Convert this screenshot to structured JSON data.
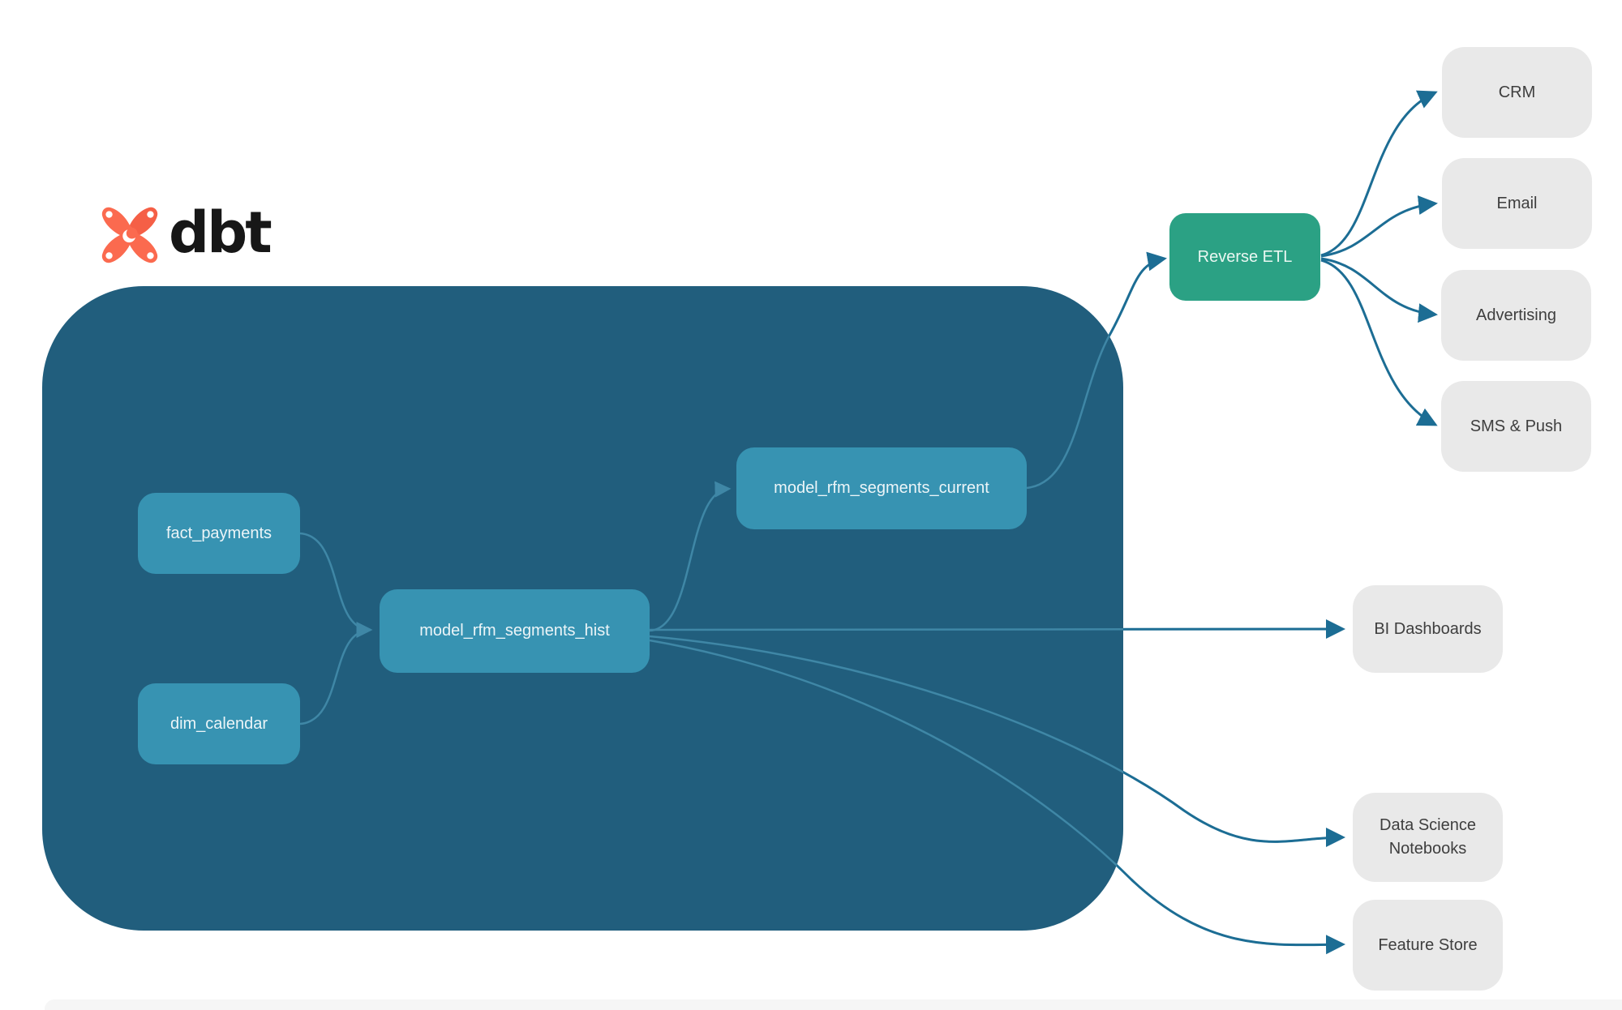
{
  "logo": {
    "text": "dbt"
  },
  "nodes": {
    "fact_payments": {
      "label": "fact_payments"
    },
    "dim_calendar": {
      "label": "dim_calendar"
    },
    "rfm_hist": {
      "label": "model_rfm_segments_hist"
    },
    "rfm_current": {
      "label": "model_rfm_segments_current"
    },
    "reverse_etl": {
      "label": "Reverse ETL"
    },
    "crm": {
      "label": "CRM"
    },
    "email": {
      "label": "Email"
    },
    "advertising": {
      "label": "Advertising"
    },
    "sms_push": {
      "label": "SMS & Push"
    },
    "bi_dashboards": {
      "label": "BI Dashboards"
    },
    "ds_notebooks": {
      "label": "Data Science Notebooks"
    },
    "feature_store": {
      "label": "Feature Store"
    }
  },
  "edges": [
    {
      "from": "fact_payments",
      "to": "rfm_hist"
    },
    {
      "from": "dim_calendar",
      "to": "rfm_hist"
    },
    {
      "from": "rfm_hist",
      "to": "rfm_current"
    },
    {
      "from": "rfm_current",
      "to": "reverse_etl"
    },
    {
      "from": "reverse_etl",
      "to": "crm"
    },
    {
      "from": "reverse_etl",
      "to": "email"
    },
    {
      "from": "reverse_etl",
      "to": "advertising"
    },
    {
      "from": "reverse_etl",
      "to": "sms_push"
    },
    {
      "from": "rfm_hist",
      "to": "bi_dashboards"
    },
    {
      "from": "rfm_hist",
      "to": "ds_notebooks"
    },
    {
      "from": "rfm_hist",
      "to": "feature_store"
    }
  ],
  "colors": {
    "container": "#215E7D",
    "model_node": "#3793B2",
    "reverse_etl_node": "#2BA184",
    "destination_node": "#E9E9E9",
    "destination_text": "#3E3E3E",
    "edge_inside": "#3F87A6",
    "edge_outside": "#1C6D94",
    "dbt_orange": "#FB6A4F",
    "logo_text": "#171717"
  }
}
